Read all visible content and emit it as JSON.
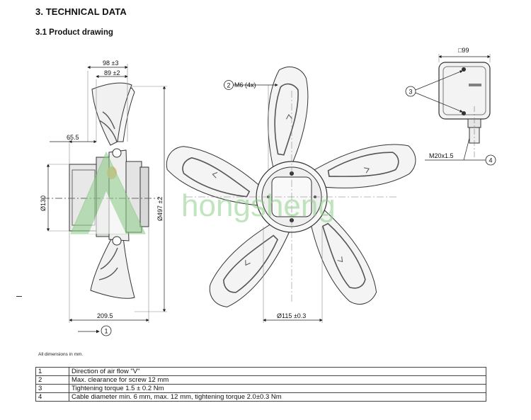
{
  "section_title": "3. TECHNICAL DATA",
  "subsection_title": "3.1 Product drawing",
  "dimensions": {
    "d98": "98 ±3",
    "d89": "89 ±2",
    "d65": "65.5",
    "d130": "Ø130",
    "d497": "Ø497 ±2",
    "d209": "209.5",
    "callout1": "1",
    "callout2": "2",
    "m6": "M6 (4x)",
    "d115": "Ø115 ±0.3",
    "sq99": "□99",
    "callout3": "3",
    "m20": "M20x1.5",
    "callout4": "4"
  },
  "watermark": "hongsheng",
  "note": "All dimensions in mm.",
  "legend": [
    {
      "num": "1",
      "text": "Direction of air flow \"V\""
    },
    {
      "num": "2",
      "text": "Max. clearance for screw 12 mm"
    },
    {
      "num": "3",
      "text": "Tightening torque 1.5 ± 0.2 Nm"
    },
    {
      "num": "4",
      "text": "Cable diameter min. 6 mm, max. 12 mm, tightening torque 2.0±0.3 Nm"
    }
  ],
  "colors": {
    "watermark": "#8ed18a",
    "hub_orange": "#f2b27a",
    "line": "#222222"
  }
}
